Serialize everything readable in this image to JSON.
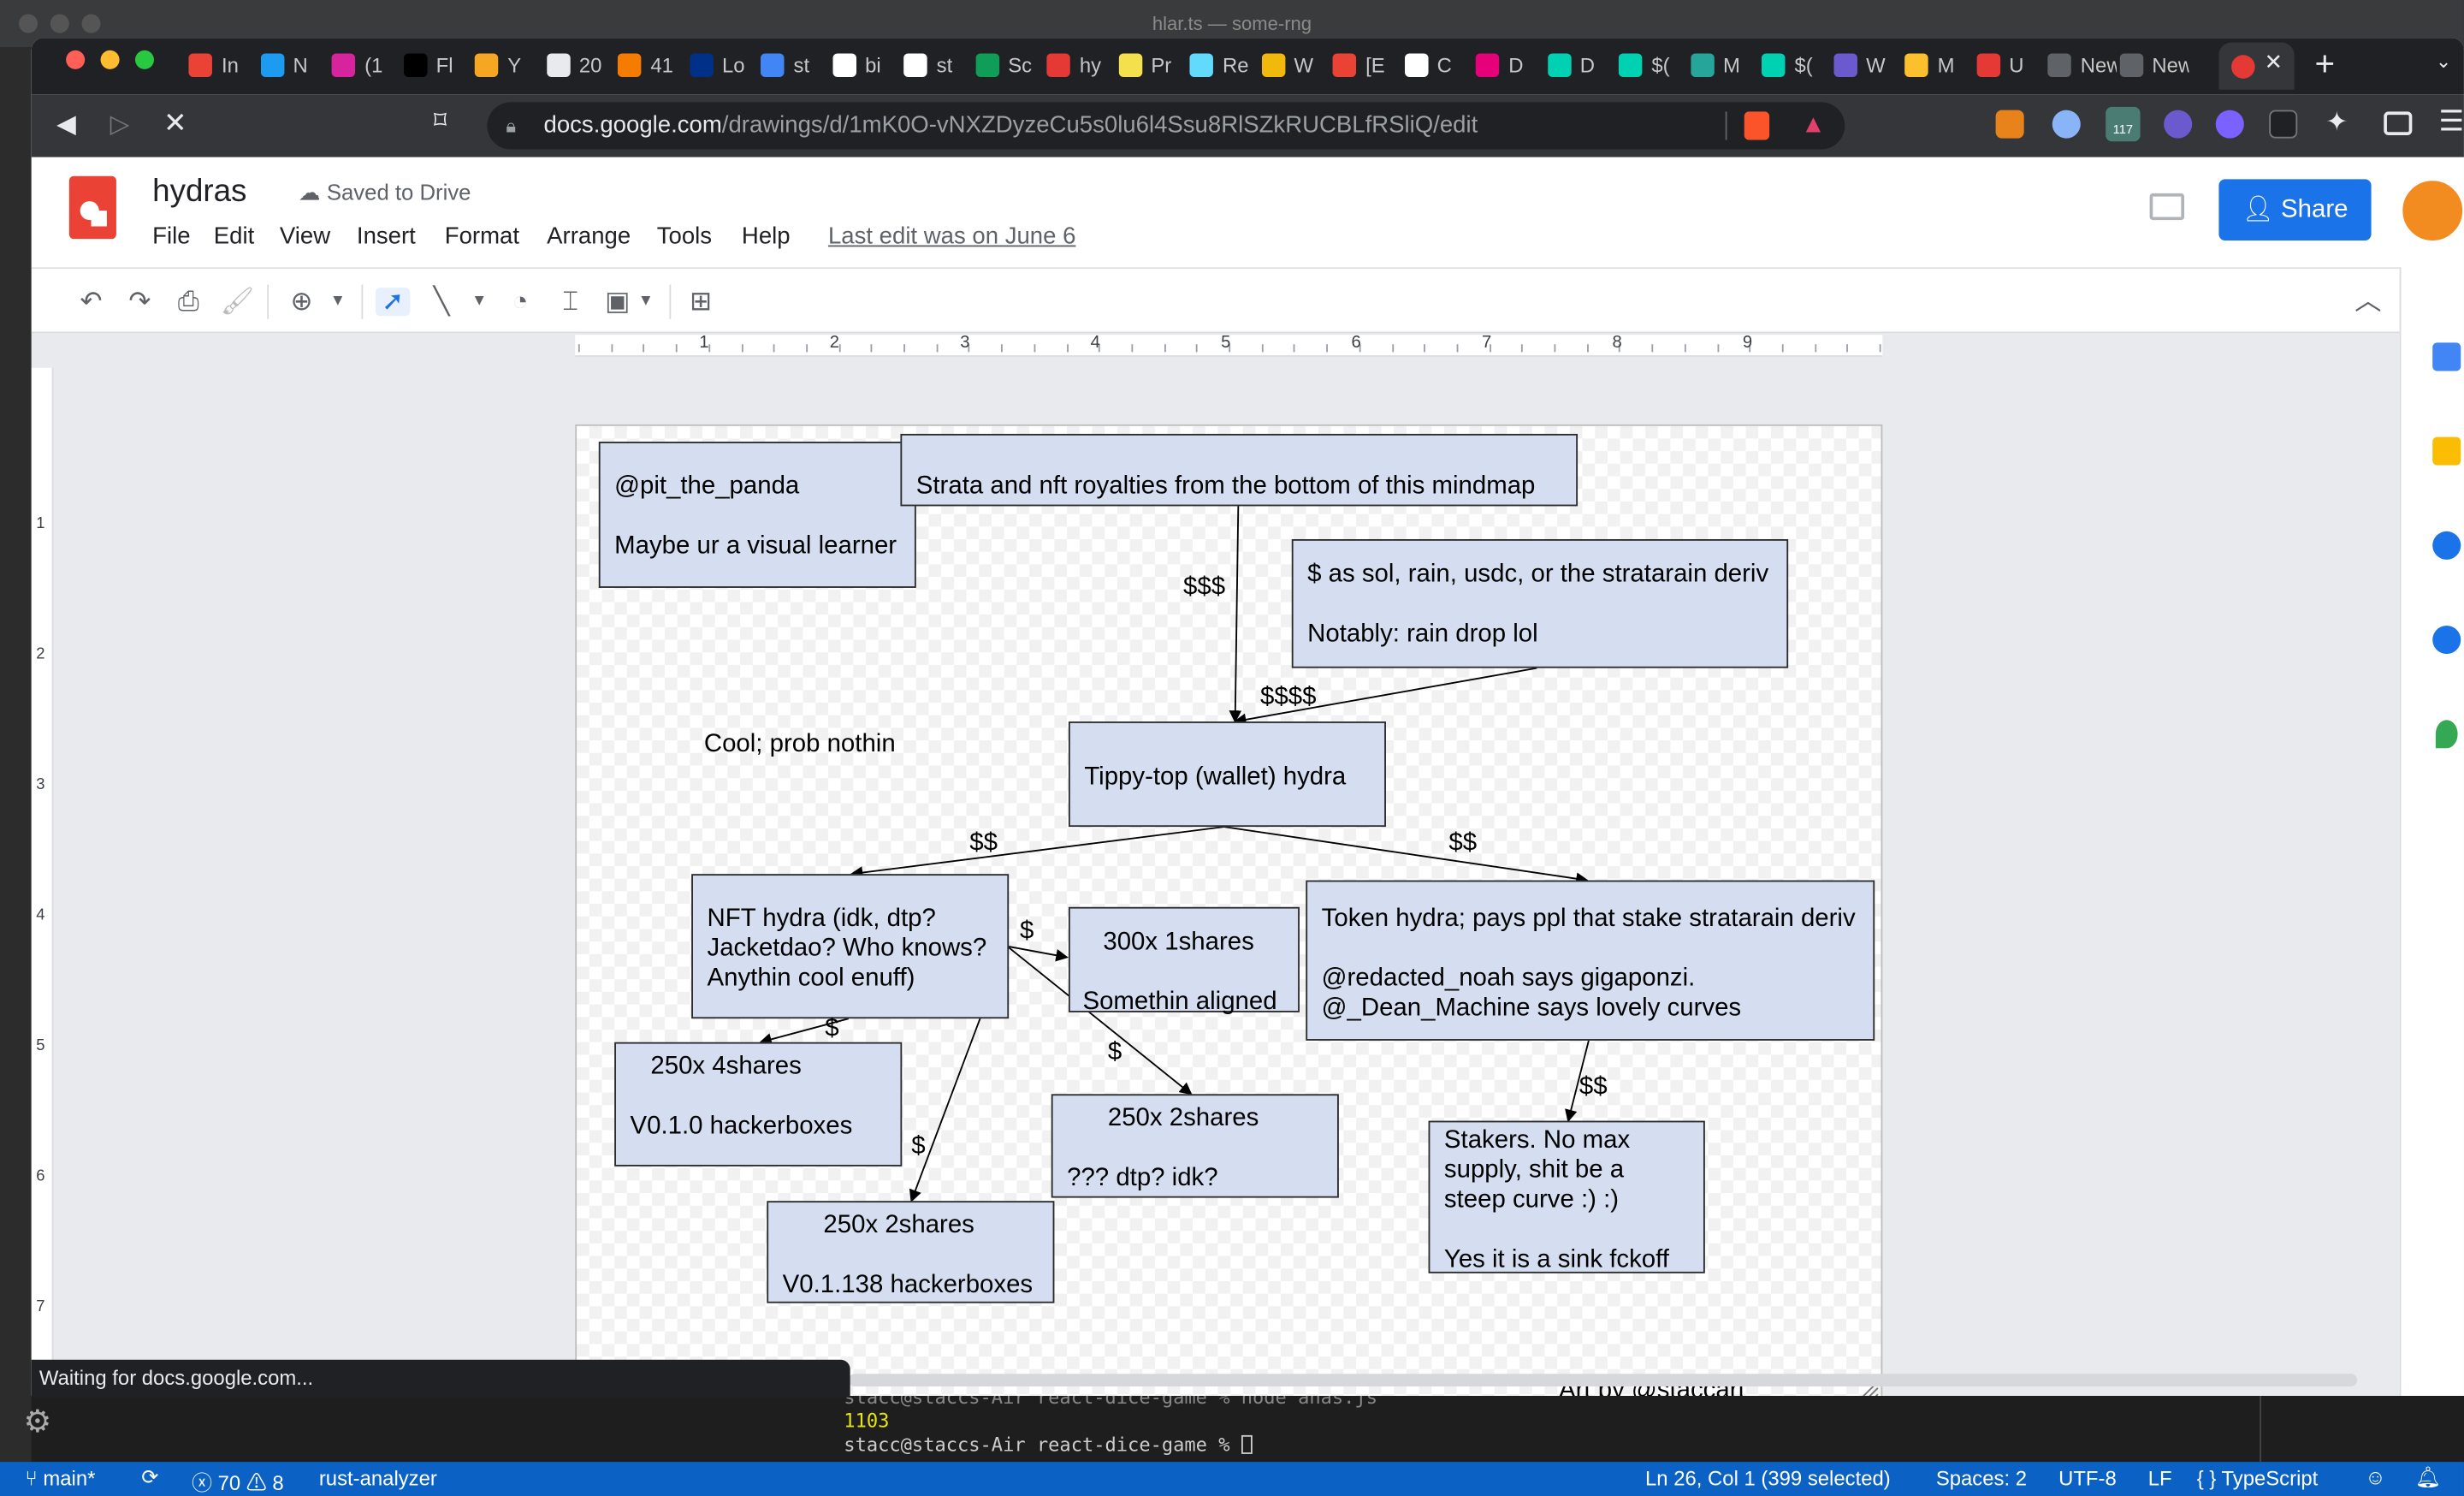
{
  "os": {
    "window_title": "hlar.ts — some-rng",
    "terminal": {
      "line1": "stacc@staccs-Air react-dice-game % node anas.js",
      "line2": "1103",
      "line3": "stacc@staccs-Air react-dice-game % "
    },
    "statusbar": {
      "branch": "main*",
      "errors": "70",
      "warnings": "8",
      "server": "rust-analyzer",
      "position": "Ln 26, Col 1 (399 selected)",
      "spaces": "Spaces: 2",
      "encoding": "UTF-8",
      "eol": "LF",
      "language": "{ } TypeScript"
    }
  },
  "browser": {
    "tabs": [
      {
        "label": "In",
        "color": "#ea4335"
      },
      {
        "label": "N",
        "color": "#1d9bf0"
      },
      {
        "label": "(1",
        "color": "#d6249f"
      },
      {
        "label": "Fl",
        "color": "#000000"
      },
      {
        "label": "Y",
        "color": "#f5a623"
      },
      {
        "label": "20",
        "color": "#e8eaed"
      },
      {
        "label": "41",
        "color": "#f57c00"
      },
      {
        "label": "Lo",
        "color": "#003087"
      },
      {
        "label": "st",
        "color": "#4285f4"
      },
      {
        "label": "bi",
        "color": "#ffffff"
      },
      {
        "label": "st",
        "color": "#ffffff"
      },
      {
        "label": "Sc",
        "color": "#0f9d58"
      },
      {
        "label": "hy",
        "color": "#e53935"
      },
      {
        "label": "Pr",
        "color": "#f4e04d"
      },
      {
        "label": "Re",
        "color": "#61dafb"
      },
      {
        "label": "W",
        "color": "#f0b90b"
      },
      {
        "label": "[E",
        "color": "#ea4335"
      },
      {
        "label": "C",
        "color": "#ffffff"
      },
      {
        "label": "D",
        "color": "#e6007a"
      },
      {
        "label": "D",
        "color": "#00d1b2"
      },
      {
        "label": "$(",
        "color": "#00d1b2"
      },
      {
        "label": "M",
        "color": "#26a69a"
      },
      {
        "label": "$(",
        "color": "#00d1b2"
      },
      {
        "label": "W",
        "color": "#6a5acd"
      },
      {
        "label": "M",
        "color": "#fbc02d"
      },
      {
        "label": "U",
        "color": "#e53935"
      },
      {
        "label": "New T",
        "color": "#5f6368"
      },
      {
        "label": "New T",
        "color": "#5f6368"
      }
    ],
    "url_host": "docs.google.com",
    "url_path": "/drawings/d/1mK0O-vNXZDyzeCu5s0lu6l4Ssu8RlSZkRUCBLfRSliQ/edit",
    "loading_text": "Waiting for docs.google.com...",
    "ext_badge": "117"
  },
  "docs": {
    "title": "hydras",
    "saved": "Saved to Drive",
    "menus": [
      "File",
      "Edit",
      "View",
      "Insert",
      "Format",
      "Arrange",
      "Tools",
      "Help"
    ],
    "last_edit": "Last edit was on June 6",
    "share": "Share",
    "ruler": [
      "1",
      "2",
      "3",
      "4",
      "5",
      "6",
      "7",
      "8",
      "9"
    ],
    "vruler": [
      "1",
      "2",
      "3",
      "4",
      "5",
      "6",
      "7"
    ]
  },
  "diagram": {
    "boxes": {
      "panda": [
        "@pit_the_panda",
        "",
        "Maybe ur a visual learner"
      ],
      "strata": [
        "Strata and nft royalties from the bottom of this mindmap"
      ],
      "sol": [
        "$ as sol, rain, usdc, or the stratarain deriv",
        "",
        "Notably: rain drop lol"
      ],
      "tippy": [
        "Tippy-top (wallet) hydra"
      ],
      "nft": [
        "NFT hydra (idk, dtp?",
        "Jacketdao? Who knows?",
        "Anythin cool enuff)"
      ],
      "s300": [
        "300x 1shares",
        "",
        "Somethin aligned"
      ],
      "token": [
        "Token hydra; pays ppl that stake stratarain deriv",
        "",
        "@redacted_noah says gigaponzi.",
        "@_Dean_Machine says lovely curves"
      ],
      "s250a": [
        "250x 4shares",
        "",
        "V0.1.0 hackerboxes"
      ],
      "s250b": [
        "250x 2shares",
        "",
        "??? dtp? idk?"
      ],
      "s250c": [
        "250x 2shares",
        "",
        "V0.1.138 hackerboxes"
      ],
      "stakers": [
        "Stakers. No max",
        "supply, shit be a",
        "steep curve :) :)",
        "",
        "Yes it is a sink fckoff"
      ]
    },
    "labels": {
      "cool": "Cool; prob nothin",
      "art": "Art by @staccart",
      "e_strata": "$$$",
      "e_sol": "$$$$",
      "e_nft": "$$",
      "e_token": "$$",
      "e_300": "$",
      "e_250a": "$",
      "e_250b": "$",
      "e_250c": "$",
      "e_stakers": "$$"
    }
  },
  "colors": {
    "box_fill": "#d4def0",
    "share": "#1a73e8",
    "status": "#0b62c4"
  }
}
